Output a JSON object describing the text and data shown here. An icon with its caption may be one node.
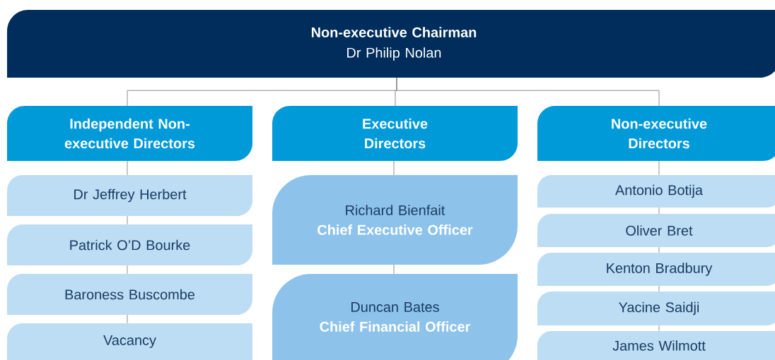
{
  "diagram": {
    "nodes": [
      {
        "text": [
          "Non-executive Chairman",
          "Dr Philip Nolan"
        ]
      },
      {
        "text": [
          "Independent Non-executive Directors"
        ]
      },
      {
        "text": [
          "Executive Directors"
        ]
      },
      {
        "text": [
          "Non-executive Directors"
        ]
      },
      {
        "text": [
          "Dr Jeffrey Herbert"
        ]
      },
      {
        "text": [
          "Patrick O’D Bourke"
        ]
      },
      {
        "text": [
          "Baroness Buscombe"
        ]
      },
      {
        "text": [
          "Vacancy"
        ]
      },
      {
        "text": [
          "Richard Bienfait",
          "Chief Executive Officer"
        ]
      },
      {
        "text": [
          "Duncan Bates",
          "Chief Financial Officer"
        ]
      },
      {
        "text": [
          "Antonio Botija"
        ]
      },
      {
        "text": [
          "Oliver Bret"
        ]
      },
      {
        "text": [
          "Kenton Bradbury"
        ]
      },
      {
        "text": [
          "Yacine Saidji"
        ]
      },
      {
        "text": [
          "James Wilmott"
        ]
      }
    ],
    "edges": [
      {
        "from": 0,
        "to": 1,
        "arrow": "none"
      },
      {
        "from": 0,
        "to": 2,
        "arrow": "none"
      },
      {
        "from": 0,
        "to": 3,
        "arrow": "none"
      },
      {
        "from": 1,
        "to": 4,
        "arrow": "none"
      },
      {
        "from": 4,
        "to": 5,
        "arrow": "none"
      },
      {
        "from": 5,
        "to": 6,
        "arrow": "none"
      },
      {
        "from": 6,
        "to": 7,
        "arrow": "none"
      },
      {
        "from": 2,
        "to": 8,
        "arrow": "none"
      },
      {
        "from": 8,
        "to": 9,
        "arrow": "none"
      },
      {
        "from": 3,
        "to": 10,
        "arrow": "none"
      },
      {
        "from": 10,
        "to": 11,
        "arrow": "none"
      },
      {
        "from": 11,
        "to": 12,
        "arrow": "none"
      },
      {
        "from": 12,
        "to": 13,
        "arrow": "none"
      },
      {
        "from": 13,
        "to": 14,
        "arrow": "none"
      }
    ]
  }
}
